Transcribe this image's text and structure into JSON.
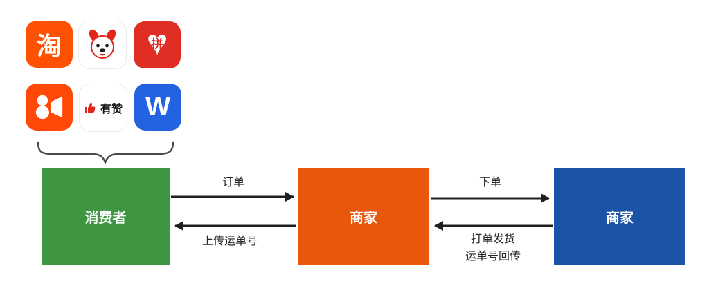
{
  "app_icons": [
    {
      "name": "taobao",
      "glyph": "淘",
      "bg": "#FF5103",
      "fg": "#FFFFFF"
    },
    {
      "name": "jingdong",
      "glyph": "",
      "bg": "#FFFFFF",
      "fg": "#E1251B"
    },
    {
      "name": "pinduoduo",
      "glyph": "拼",
      "bg": "#E02E24",
      "fg": "#FFFFFF"
    },
    {
      "name": "kuaishou",
      "glyph": "",
      "bg": "#FF4906",
      "fg": "#FFFFFF"
    },
    {
      "name": "youzan",
      "glyph": "有赞",
      "bg": "#FFFFFF",
      "fg": "#E1251B"
    },
    {
      "name": "weidian",
      "glyph": "W",
      "bg": "#2362E1",
      "fg": "#FFFFFF"
    }
  ],
  "nodes": {
    "consumer": {
      "label": "消费者",
      "color": "#3E9642"
    },
    "merchant": {
      "label": "商家",
      "color": "#E8570C"
    },
    "supplier": {
      "label": "商家",
      "color": "#1A53A8"
    }
  },
  "edges": {
    "order": {
      "label": "订单"
    },
    "upload_tracking": {
      "label": "上传运单号"
    },
    "place_order": {
      "label": "下单"
    },
    "ship_return": {
      "label_line1": "打单发货",
      "label_line2": "运单号回传"
    }
  },
  "arrow_color": "#1F1F1F"
}
